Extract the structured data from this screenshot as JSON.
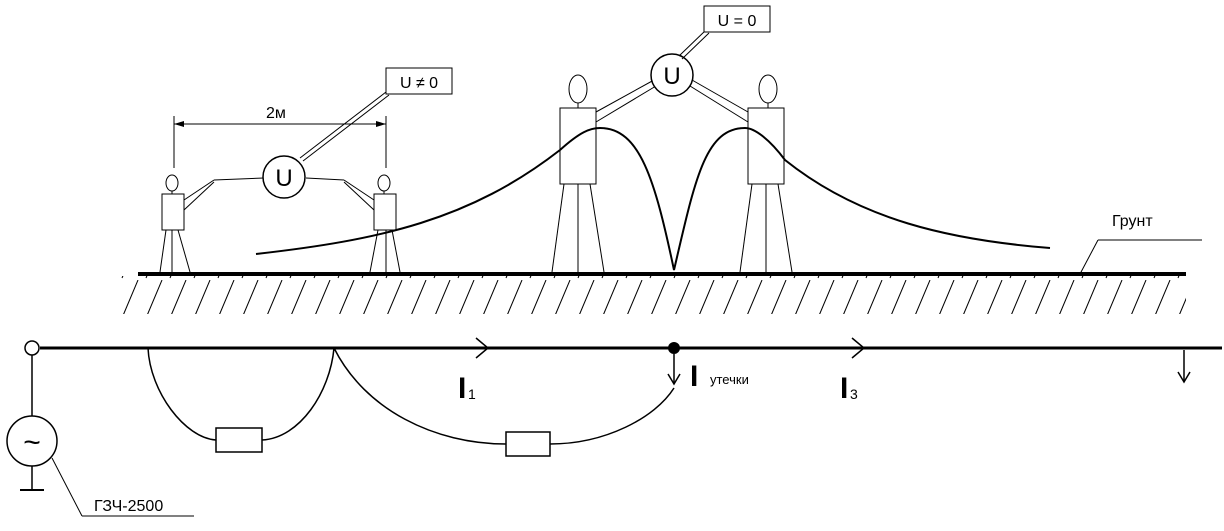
{
  "labels": {
    "u_not_zero": "U ≠ 0",
    "u_zero": "U = 0",
    "distance": "2м",
    "voltmeter_symbol": "U",
    "ground": "Грунт",
    "current_1_main": "I",
    "current_1_sub": "1",
    "current_leak_main": "I",
    "current_leak_sub": "утечки",
    "current_3_main": "I",
    "current_3_sub": "3",
    "generator": "ГЗЧ-2500",
    "generator_symbol": "~"
  }
}
